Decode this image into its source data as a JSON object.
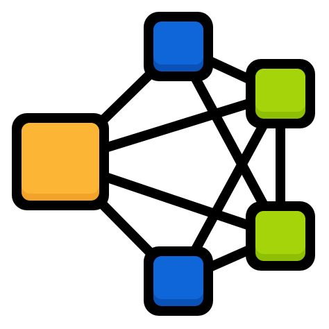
{
  "diagram": {
    "type": "network-graph-icon",
    "nodes": [
      {
        "id": "hub",
        "shape": "rounded-square",
        "fill": "#FDB535",
        "shade": "#F3A22A"
      },
      {
        "id": "top",
        "shape": "rounded-square",
        "fill": "#0F66D8",
        "shade": "#0A52B8"
      },
      {
        "id": "bottom",
        "shape": "rounded-square",
        "fill": "#0F66D8",
        "shade": "#0A52B8"
      },
      {
        "id": "right-upper",
        "shape": "rounded-square",
        "fill": "#A5D40A",
        "shade": "#8FBF04"
      },
      {
        "id": "right-lower",
        "shape": "rounded-square",
        "fill": "#A5D40A",
        "shade": "#8FBF04"
      }
    ],
    "edges": [
      {
        "from": "hub",
        "to": "top"
      },
      {
        "from": "hub",
        "to": "bottom"
      },
      {
        "from": "hub",
        "to": "right-upper"
      },
      {
        "from": "hub",
        "to": "right-lower"
      },
      {
        "from": "top",
        "to": "right-upper"
      },
      {
        "from": "top",
        "to": "right-lower"
      },
      {
        "from": "bottom",
        "to": "right-upper"
      },
      {
        "from": "bottom",
        "to": "right-lower"
      },
      {
        "from": "right-upper",
        "to": "right-lower"
      }
    ],
    "outline_color": "#000000"
  }
}
